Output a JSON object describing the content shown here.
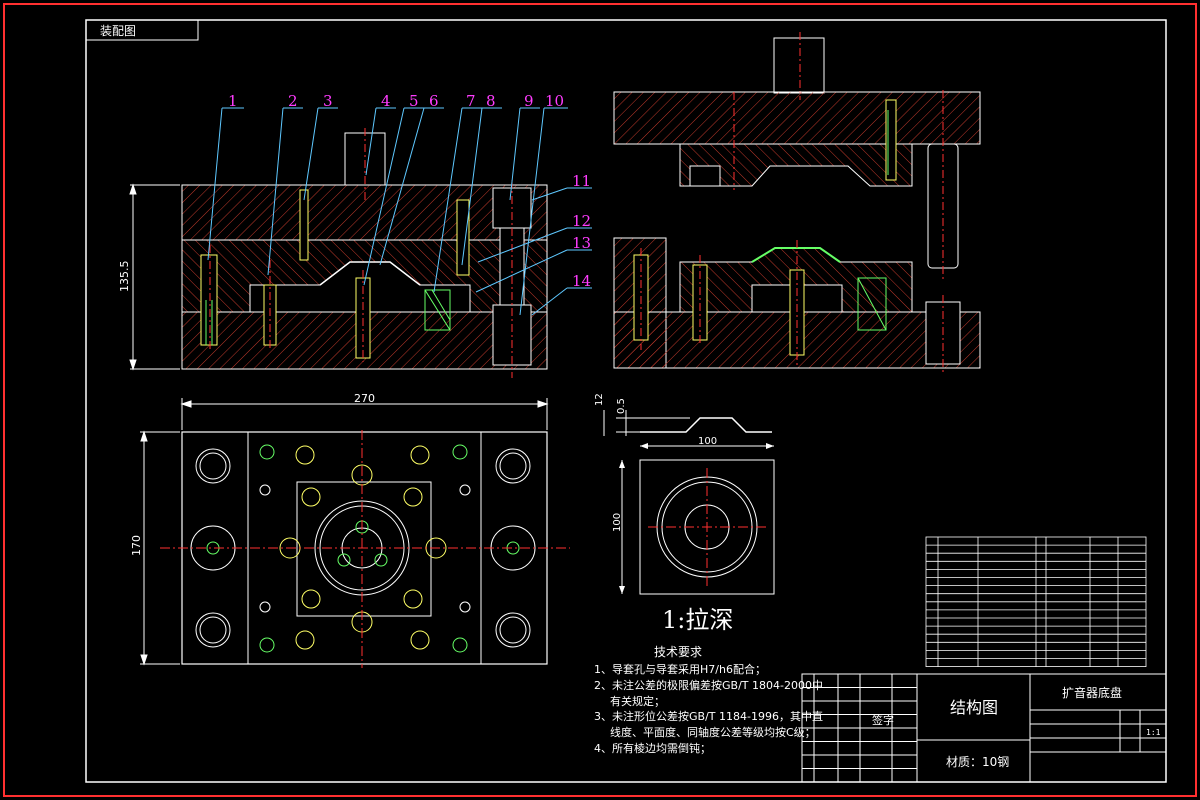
{
  "colors": {
    "background": "#000000",
    "frame": "#ffffff",
    "outer_border": "#ff3030",
    "hatch": "#c0392b",
    "part_outline": "#ffffff",
    "balloon": "#ff3cff",
    "leader": "#5ec8ff",
    "bolt": "#ffff66",
    "guide": "#66ff66",
    "center": "#ff3030",
    "dimension": "#ffffff",
    "table_text": "#66ddff"
  },
  "header_tag": "装配图",
  "balloons": [
    "1",
    "2",
    "3",
    "4",
    "5",
    "6",
    "7",
    "8",
    "9",
    "10",
    "11",
    "12",
    "13",
    "14"
  ],
  "dimensions": {
    "height": "135.5",
    "width": "270",
    "depth": "170",
    "part_w": "100",
    "part_h": "100",
    "part_t1": "12",
    "part_t2": "0.5"
  },
  "part_title": "1:拉深",
  "tech_req": {
    "title": "技术要求",
    "items": [
      "1、导套孔与导套采用H7/h6配合；",
      "2、未注公差的极限偏差按GB/T 1804-2000中",
      "有关规定；",
      "3、未注形位公差按GB/T 1184-1996，其中直",
      "线度、平面度、同轴度公差等级均按C级；",
      "4、所有棱边均需倒钝；"
    ]
  },
  "title_block": {
    "drawing_name": "结构图",
    "product": "扩音器底盘",
    "material": "材质：10钢",
    "sign": "签字",
    "scale": "1:1"
  }
}
